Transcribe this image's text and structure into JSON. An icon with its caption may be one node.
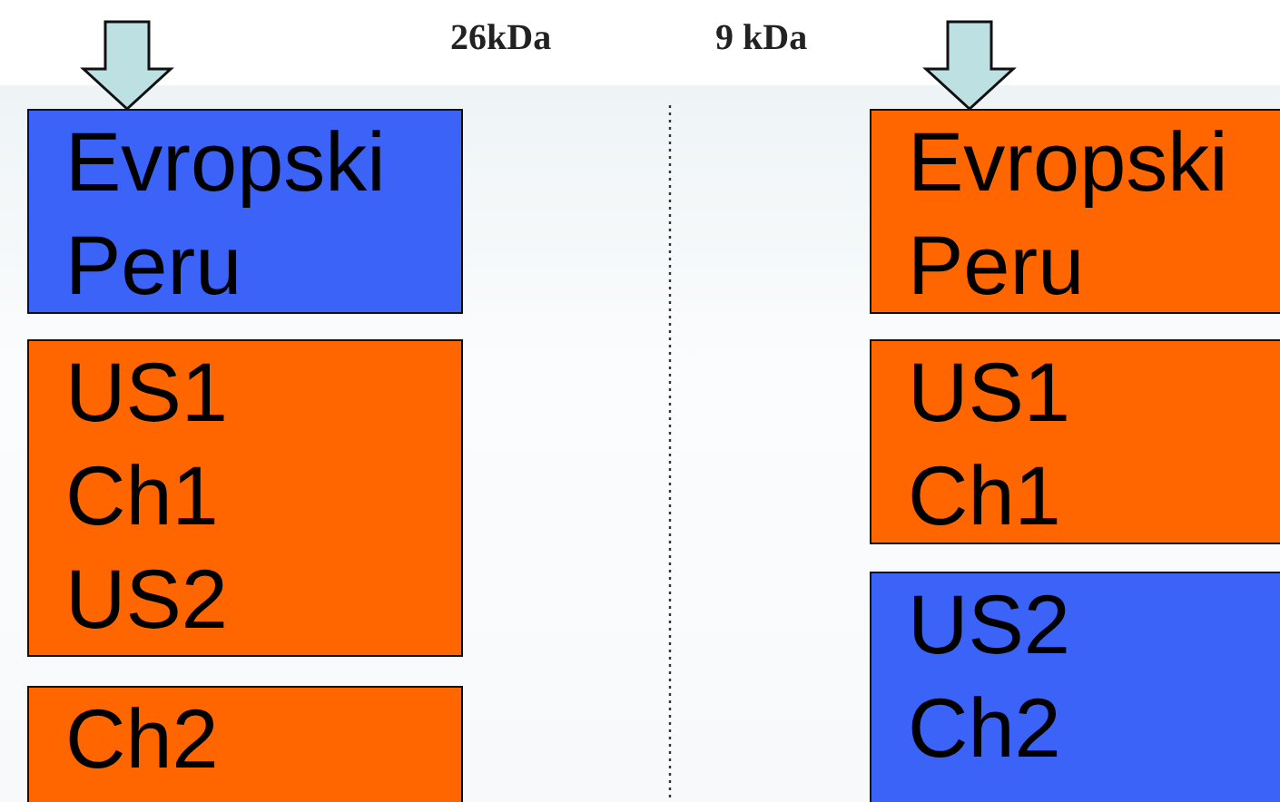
{
  "diagram": {
    "nodes": [
      {
        "text": [
          "Evropski Peru"
        ]
      },
      {
        "text": [
          "US1 Ch1 US2"
        ]
      },
      {
        "text": [
          "Ch2"
        ]
      },
      {
        "text": [
          "Evropski Peru"
        ]
      },
      {
        "text": [
          "US1 Ch1"
        ]
      },
      {
        "text": [
          "US2 Ch2"
        ]
      }
    ],
    "edges": [
      {
        "from": null,
        "to": 0,
        "arrow": "to"
      },
      {
        "from": null,
        "to": 3,
        "arrow": "to"
      }
    ],
    "labels": [
      "26kDa",
      "9 kDa"
    ]
  }
}
